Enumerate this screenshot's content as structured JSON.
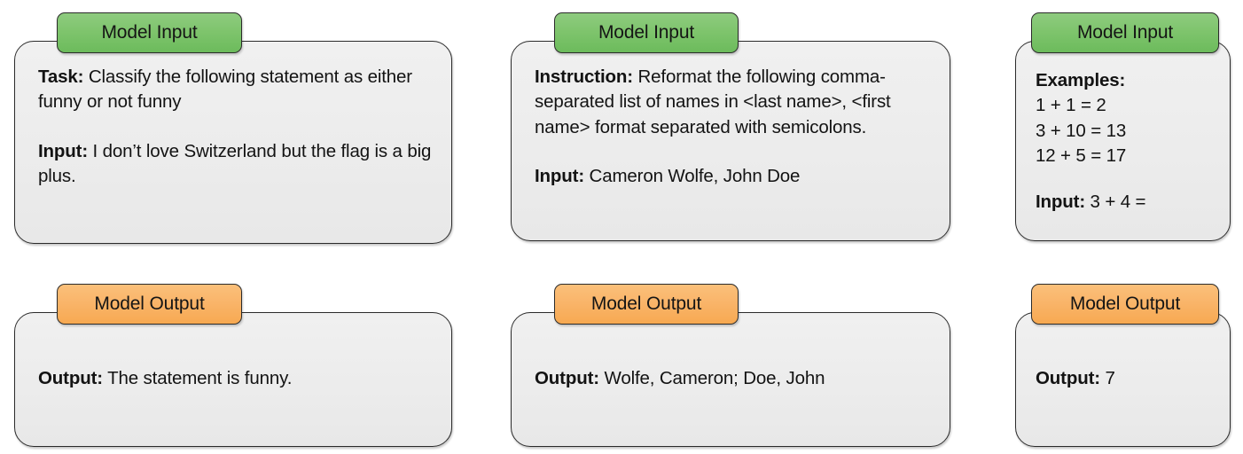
{
  "figure": {
    "columns": [
      {
        "id": "classification",
        "input": {
          "badge_label": "Model Input",
          "blocks": [
            {
              "lead": "Task:",
              "text": " Classify the following statement as either funny or not funny"
            },
            {
              "lead": "Input:",
              "text": " I don’t love Switzerland but the flag is a big plus."
            }
          ]
        },
        "output": {
          "badge_label": "Model Output",
          "blocks": [
            {
              "lead": "Output:",
              "text": " The statement is funny."
            }
          ]
        }
      },
      {
        "id": "reformatting",
        "input": {
          "badge_label": "Model Input",
          "blocks": [
            {
              "lead": "Instruction:",
              "text": " Reformat the following comma-separated list of names in <last name>, <first name> format separated with semicolons."
            },
            {
              "lead": "Input:",
              "text": " Cameron Wolfe, John Doe"
            }
          ]
        },
        "output": {
          "badge_label": "Model Output",
          "blocks": [
            {
              "lead": "Output:",
              "text": " Wolfe, Cameron; Doe, John"
            }
          ]
        }
      },
      {
        "id": "few-shot-arithmetic",
        "input": {
          "badge_label": "Model Input",
          "examples_lead": "Examples:",
          "example_lines": [
            "1 + 1 = 2",
            "3 + 10 = 13",
            "12 + 5 = 17"
          ],
          "blocks": [
            {
              "lead": "Input:",
              "text": " 3 + 4 ="
            }
          ]
        },
        "output": {
          "badge_label": "Model Output",
          "blocks": [
            {
              "lead": "Output:",
              "text": " 7"
            }
          ]
        }
      }
    ]
  },
  "colors": {
    "input_badge": "#7ec46c",
    "output_badge": "#f9b469",
    "card_background": "#ececec",
    "card_border": "#2b2b2b",
    "page_background": "#ffffff",
    "text": "#131313"
  }
}
